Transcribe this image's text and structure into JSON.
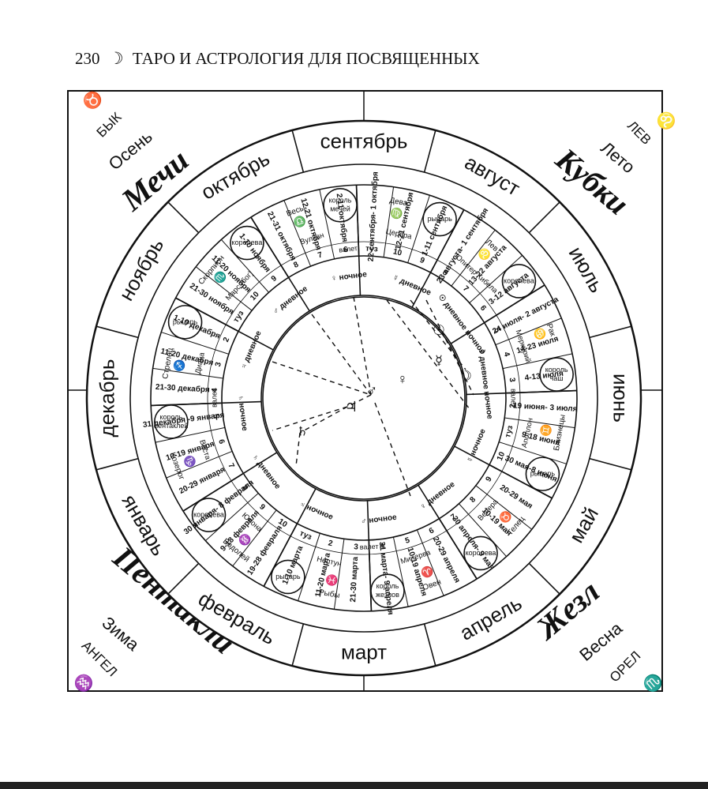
{
  "header": {
    "page_number": "230",
    "moon_glyph": "☽",
    "title": "ТАРО И АСТРОЛОГИЯ ДЛЯ ПОСВЯЩЕННЫХ"
  },
  "corners": {
    "tl": {
      "creature": "БЫК",
      "season": "Осень",
      "suit": "Мечи",
      "sign": "♉"
    },
    "tr": {
      "creature": "ЛЕВ",
      "season": "Лето",
      "suit": "Кубки",
      "sign": "♌"
    },
    "bl": {
      "creature": "АНГЕЛ",
      "season": "Зима",
      "suit": "Пентакли",
      "sign": "♒"
    },
    "br": {
      "creature": "ОРЕЛ",
      "season": "Весна",
      "suit": "Жезл",
      "sign": "♏"
    }
  },
  "months": [
    "сентябрь",
    "август",
    "июль",
    "июнь",
    "май",
    "апрель",
    "март",
    "февраль",
    "январь",
    "декабрь",
    "ноябрь",
    "октябрь"
  ],
  "signs": [
    {
      "name": "Весы",
      "glyph": "♎",
      "ruler": "Вулкан",
      "card": "король мечей"
    },
    {
      "name": "Дева",
      "glyph": "♍",
      "ruler": "Церера",
      "card": "рыцарь"
    },
    {
      "name": "Лев",
      "glyph": "♌",
      "ruler": "Юпитер Кибела",
      "card": "королева"
    },
    {
      "name": "Рак",
      "glyph": "♋",
      "ruler": "Меркурий",
      "card": "король чаш"
    },
    {
      "name": "Близнецы",
      "glyph": "♊",
      "ruler": "Аполлон",
      "card": "рыцарь"
    },
    {
      "name": "Телец",
      "glyph": "♉",
      "ruler": "Венера",
      "card": "королева"
    },
    {
      "name": "Овен",
      "glyph": "♈",
      "ruler": "Минерва",
      "card": "король жезлов"
    },
    {
      "name": "Рыбы",
      "glyph": "♓",
      "ruler": "Нептун",
      "card": "рыцарь"
    },
    {
      "name": "Водолей",
      "glyph": "♒",
      "ruler": "Юнона",
      "card": "королева"
    },
    {
      "name": "Козерог",
      "glyph": "♑",
      "ruler": "Веста",
      "card": "король пентаклей"
    },
    {
      "name": "Стрелец",
      "glyph": "♐",
      "ruler": "Диана",
      "card": "рыцарь"
    },
    {
      "name": "Скорпион",
      "glyph": "♏",
      "ruler": "Марс (бог)",
      "card": "королева"
    }
  ],
  "decans": [
    {
      "dates": "22 сентября- 1 октября",
      "num": "туз"
    },
    {
      "dates": "12-21 сентября",
      "num": "10"
    },
    {
      "dates": "1-11 сентября",
      "num": "9"
    },
    {
      "dates": "23 августа- 1 сентября",
      "num": "8"
    },
    {
      "dates": "13-22 августа",
      "num": "7"
    },
    {
      "dates": "3-12 августа",
      "num": "6"
    },
    {
      "dates": "24 июля- 2 августа",
      "num": "5"
    },
    {
      "dates": "14-23 июля",
      "num": "4"
    },
    {
      "dates": "4-13 июля",
      "num": "3"
    },
    {
      "dates": "19 июня- 3 июля",
      "num": "2"
    },
    {
      "dates": "9-18 июня",
      "num": "туз"
    },
    {
      "dates": "30 мая-8 июня",
      "num": "10"
    },
    {
      "dates": "20-29 мая",
      "num": "9"
    },
    {
      "dates": "10-19 мая",
      "num": "8"
    },
    {
      "dates": "30 апреля- 9 мая",
      "num": "7"
    },
    {
      "dates": "20-29 апреля",
      "num": "6"
    },
    {
      "dates": "10-19 апреля",
      "num": "5"
    },
    {
      "dates": "31 марта- 9 апреля",
      "num": "4"
    },
    {
      "dates": "21-30 марта",
      "num": "3"
    },
    {
      "dates": "11-20 марта",
      "num": "2"
    },
    {
      "dates": "1-10 марта",
      "num": "туз"
    },
    {
      "dates": "19-28 февраля",
      "num": "10"
    },
    {
      "dates": "9-18 февраля",
      "num": "9"
    },
    {
      "dates": "30 января- 8 февраля",
      "num": "8"
    },
    {
      "dates": "20-29 января",
      "num": "7"
    },
    {
      "dates": "10-19 января",
      "num": "6"
    },
    {
      "dates": "31 декабря -9 января",
      "num": "5"
    },
    {
      "dates": "21-30 декабря",
      "num": "4"
    },
    {
      "dates": "11-20 декабря",
      "num": "3"
    },
    {
      "dates": "1-10 декабря",
      "num": "2"
    },
    {
      "dates": "21-30 ноября",
      "num": "туз"
    },
    {
      "dates": "11-20 ноября",
      "num": "10"
    },
    {
      "dates": "1-10 ноября",
      "num": "9"
    },
    {
      "dates": "21-31 октября",
      "num": "8"
    },
    {
      "dates": "12-21 октября",
      "num": "7"
    },
    {
      "dates": "2-11 октября",
      "num": "6"
    }
  ],
  "cusp_labels": [
    "валет",
    "валет",
    "валет",
    "валет"
  ],
  "modes": [
    {
      "glyph": "♀",
      "label": "ночное"
    },
    {
      "glyph": "☿",
      "label": "дневное"
    },
    {
      "glyph": "☉",
      "label": "дневное ночное"
    },
    {
      "glyph": "☽",
      "label": "дневное ночное"
    },
    {
      "glyph": "☿",
      "label": "ночное"
    },
    {
      "glyph": "♀",
      "label": "дневное"
    },
    {
      "glyph": "♂",
      "label": "ночное"
    },
    {
      "glyph": "♃",
      "label": "ночное"
    },
    {
      "glyph": "♄",
      "label": "дневное"
    },
    {
      "glyph": "♄",
      "label": "ночное"
    },
    {
      "glyph": "♃",
      "label": "дневное"
    },
    {
      "glyph": "♂",
      "label": "дневное"
    }
  ],
  "center_planets": {
    "mars": "♂",
    "jupiter": "♃",
    "saturn": "♄",
    "venus": "♀",
    "mercury": "☿",
    "sun": "☉",
    "moon": "☽"
  }
}
